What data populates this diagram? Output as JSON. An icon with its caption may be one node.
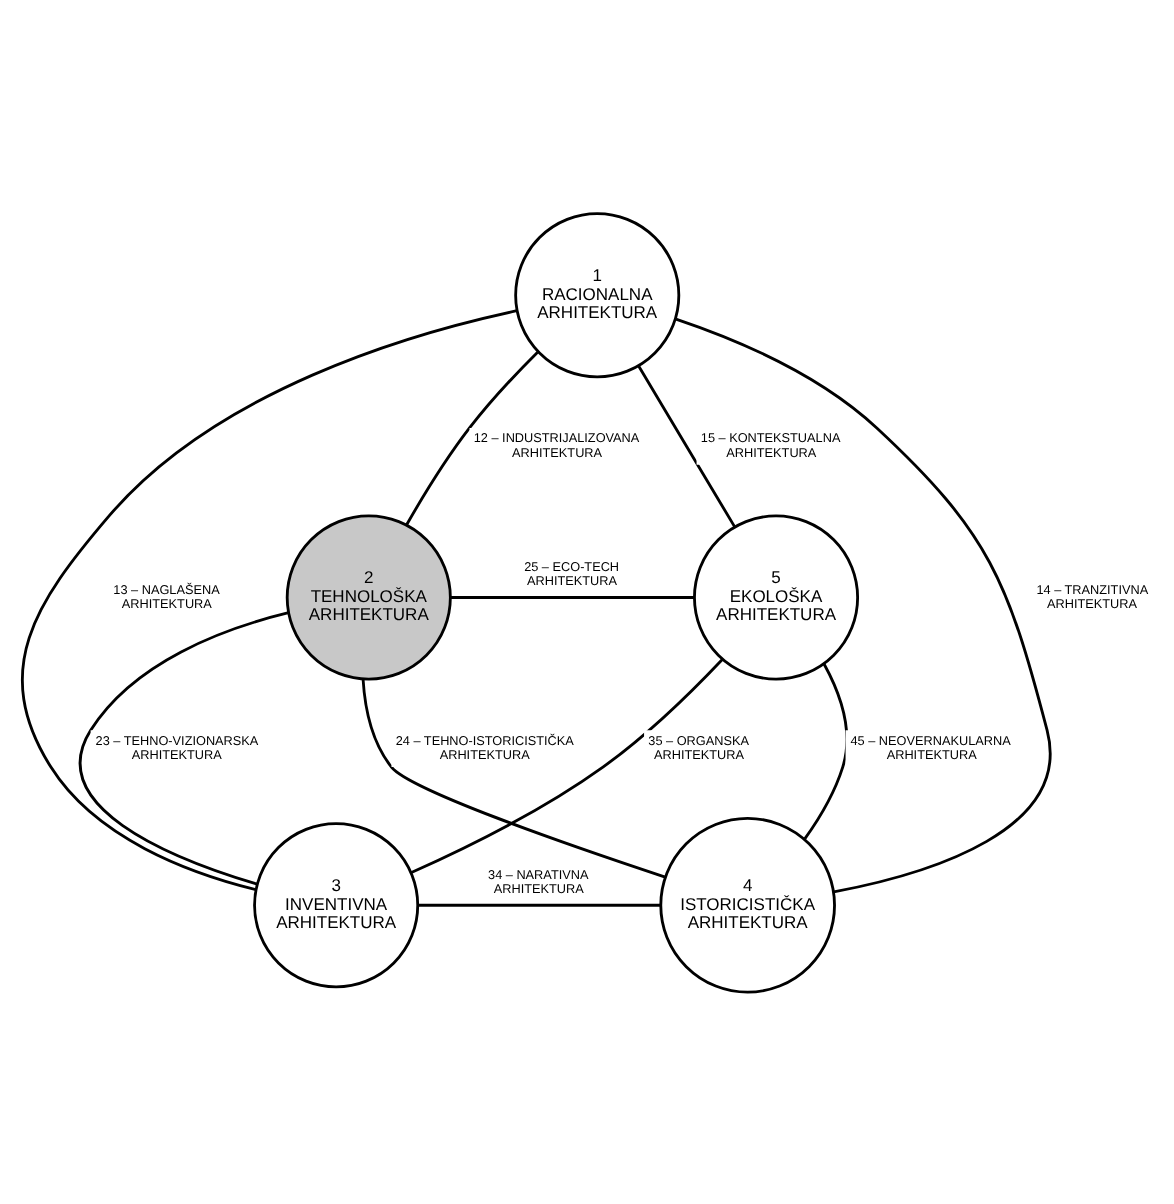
{
  "diagram": {
    "nodes": [
      {
        "text": [
          "1",
          "RACIONALNA ARHITEKTURA"
        ]
      },
      {
        "text": [
          "2",
          "TEHNOLOŠKA ARHITEKTURA"
        ]
      },
      {
        "text": [
          "3",
          "INVENTIVNA ARHITEKTURA"
        ]
      },
      {
        "text": [
          "4",
          "ISTORICISTIČKA ARHITEKTURA"
        ]
      },
      {
        "text": [
          "5",
          "EKOLOŠKA ARHITEKTURA"
        ]
      }
    ],
    "edges": [
      {
        "from": 0,
        "to": 1,
        "arrow": "none",
        "label": "12 – INDUSTRIJALIZOVANA ARHITEKTURA"
      },
      {
        "from": 0,
        "to": 2,
        "arrow": "none",
        "label": "13 – NAGLAŠENA ARHITEKTURA"
      },
      {
        "from": 0,
        "to": 3,
        "arrow": "none",
        "label": "14 – TRANZITIVNA ARHITEKTURA"
      },
      {
        "from": 0,
        "to": 4,
        "arrow": "none",
        "label": "15 – KONTEKSTUALNA ARHITEKTURA"
      },
      {
        "from": 1,
        "to": 2,
        "arrow": "none",
        "label": "23 – TEHNO-VIZIONARSKA ARHITEKTURA"
      },
      {
        "from": 1,
        "to": 3,
        "arrow": "none",
        "label": "24 – TEHNO-ISTORICISTIČKA ARHITEKTURA"
      },
      {
        "from": 1,
        "to": 4,
        "arrow": "none",
        "label": "25 – ECO-TECH ARHITEKTURA"
      },
      {
        "from": 2,
        "to": 3,
        "arrow": "none",
        "label": "34 – NARATIVNA ARHITEKTURA"
      },
      {
        "from": 2,
        "to": 4,
        "arrow": "none",
        "label": "35 – ORGANSKA ARHITEKTURA"
      },
      {
        "from": 3,
        "to": 4,
        "arrow": "none",
        "label": "45 – NEOVERNAKULARNA ARHITEKTURA"
      }
    ]
  }
}
